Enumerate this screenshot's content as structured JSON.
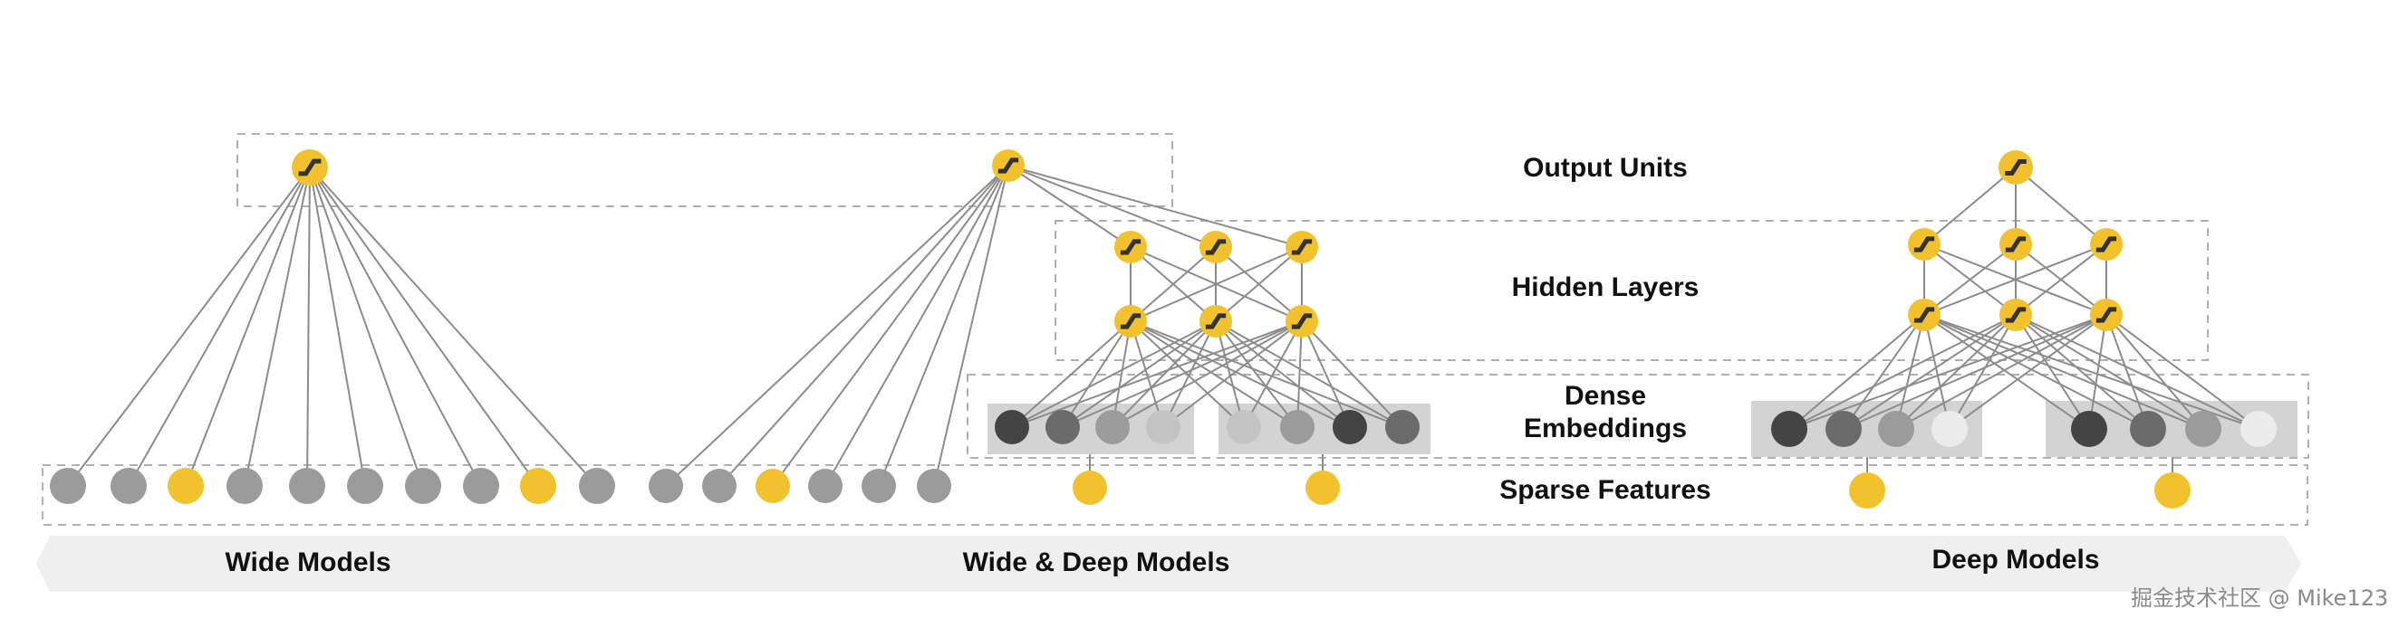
{
  "labels": {
    "output_units": "Output Units",
    "hidden_layers": "Hidden Layers",
    "dense_embeddings_line1": "Dense",
    "dense_embeddings_line2": "Embeddings",
    "sparse_features": "Sparse Features"
  },
  "models": {
    "wide": "Wide Models",
    "wide_deep": "Wide & Deep Models",
    "deep": "Deep Models"
  },
  "watermark": "掘金技术社区 @ Mike123",
  "colors": {
    "yellow": "#f2c12e",
    "gray": "#9b9b9b",
    "light_gray": "#c4c4c4",
    "dark_gray": "#444444",
    "mid_dark": "#6b6b6b",
    "white_node": "#ececec",
    "edge": "#8c8c8c",
    "dash": "#b0b0b0",
    "band": "#efefef",
    "embedding_box": "#d3d3d3"
  },
  "icons": {
    "activation": "sigmoid-icon"
  },
  "wide_model": {
    "sparse_colors": [
      "gray",
      "gray",
      "yellow",
      "gray",
      "gray",
      "gray",
      "gray",
      "gray",
      "yellow",
      "gray"
    ]
  },
  "wide_deep_model": {
    "wide_sparse_colors": [
      "gray",
      "gray",
      "yellow",
      "gray",
      "gray",
      "gray"
    ],
    "embedding_groups": [
      [
        "dark_gray",
        "mid_dark",
        "gray",
        "light_gray"
      ],
      [
        "light_gray",
        "gray",
        "dark_gray",
        "mid_dark"
      ]
    ]
  },
  "deep_model": {
    "embedding_groups": [
      [
        "dark_gray",
        "mid_dark",
        "gray",
        "white_node"
      ],
      [
        "dark_gray",
        "mid_dark",
        "gray",
        "white_node"
      ]
    ]
  }
}
